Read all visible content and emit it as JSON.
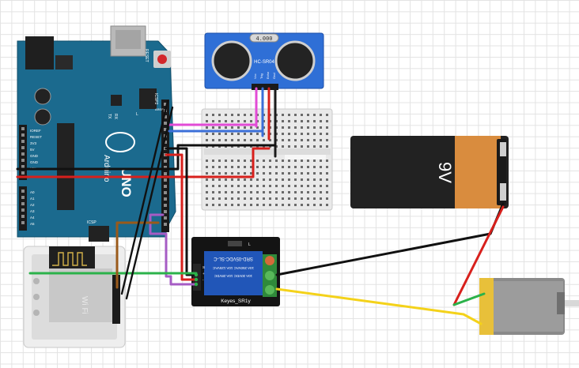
{
  "arduino": {
    "brand": "Arduino",
    "model": "UNO",
    "reset_label": "RESET",
    "icsp_label": "ICSP",
    "icsp2_label": "ICSP2",
    "aref_label": "AREF",
    "tx_label": "TX",
    "rx_label": "RX",
    "l_label": "L",
    "power_pins": [
      "IOREF",
      "RESET",
      "3V3",
      "5V",
      "GND",
      "GND",
      "VIN"
    ],
    "analog_pins": [
      "A0",
      "A1",
      "A2",
      "A3",
      "A4",
      "A5"
    ]
  },
  "sensor": {
    "label": "HC-SR04",
    "crystal_text": "4.000",
    "pins": [
      "Vcc",
      "Trig",
      "Echo",
      "Gnd"
    ]
  },
  "battery": {
    "label": "9V"
  },
  "relay": {
    "module_label": "Keyes_SR1y",
    "relay_text_1": "SRD-05VDC-SL-C",
    "relay_text_2": "10A 250VAC 10A 125VAC",
    "relay_text_3": "10A 30VDC 10A 28VDC",
    "pin_labels": [
      "S",
      "+",
      "-"
    ],
    "led_label": "L"
  },
  "wifi": {
    "label": "Wi Fi"
  },
  "colors": {
    "wire_pink": "#e24bd6",
    "wire_blue": "#3b6fd8",
    "wire_red": "#d8201c",
    "wire_black": "#111111",
    "wire_green": "#2bb24a",
    "wire_brown": "#9a5a1a",
    "wire_purple": "#a65cc4",
    "wire_yellow": "#f4d21a",
    "arduino_blue": "#1b6a8e",
    "relay_blue": "#2156b8"
  }
}
